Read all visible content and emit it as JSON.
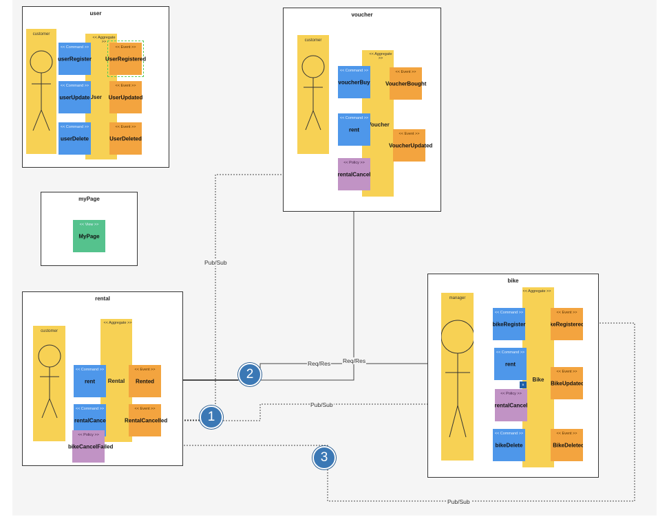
{
  "colors": {
    "command": "#4e97ea",
    "event": "#f3a43f",
    "policy": "#c193c5",
    "view": "#55c28d",
    "actor": "#f7d154",
    "aggregate": "#f7d154",
    "badge": "#3b78b5"
  },
  "stereotypes": {
    "command": "<< Command >>",
    "event": "<< Event >>",
    "policy": "<< Policy >>",
    "view": "<< View >>",
    "aggregate": "<< Aggregate >>"
  },
  "contexts": {
    "user": {
      "title": "user",
      "actor": "customer",
      "aggregate": "User",
      "aggregate_stereo": "<< Aggregate >>",
      "commands": [
        "userRegister",
        "userUpdate",
        "userDelete"
      ],
      "events": [
        "UserRegistered",
        "UserUpdated",
        "UserDeleted"
      ]
    },
    "voucher": {
      "title": "voucher",
      "actor": "customer",
      "aggregate": "Voucher",
      "aggregate_stereo": "<< Aggregate >>",
      "commands": [
        "voucherBuy",
        "rent"
      ],
      "events": [
        "VoucherBought",
        "VoucherUpdated"
      ],
      "policy": "rentalCancel"
    },
    "mypage": {
      "title": "myPage",
      "view": "MyPage"
    },
    "rental": {
      "title": "rental",
      "actor": "customer",
      "aggregate": "Rental",
      "aggregate_stereo": "<< Aggregate >>",
      "commands": [
        "rent",
        "rentalCancel"
      ],
      "events": [
        "Rented",
        "RentalCancelled"
      ],
      "policy": "bikeCancelFailed"
    },
    "bike": {
      "title": "bike",
      "actor": "manager",
      "aggregate": "Bike",
      "aggregate_stereo": "<< Aggregate >>",
      "commands": [
        "bikeRegister",
        "rent",
        "bikeDelete"
      ],
      "events": [
        "BikeRegistered",
        "BikeUpdated",
        "BikeDeleted"
      ],
      "policy": "rentalCancel",
      "tag": "B"
    }
  },
  "edges": {
    "pubsub_1": "Pub/Sub",
    "reqres_a": "Req/Res",
    "reqres_b": "Req/Res",
    "pubsub_2": "Pub/Sub",
    "pubsub_3": "Pub/Sub"
  },
  "badges": [
    "1",
    "2",
    "3"
  ]
}
